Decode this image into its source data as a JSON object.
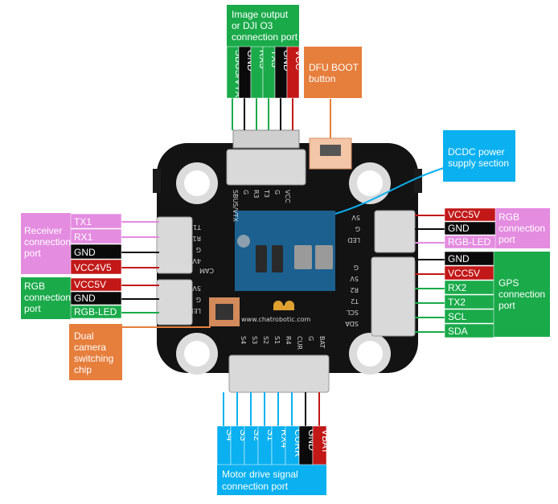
{
  "top_port": {
    "title_lines": [
      "Image output",
      "or DJI O3",
      "connection port"
    ],
    "pins": [
      "SBUS/VTX",
      "GND",
      "RX3",
      "TX3",
      "GND",
      "VCC"
    ]
  },
  "dfu": {
    "lines": [
      "DFU BOOT",
      "button"
    ]
  },
  "dcdc": {
    "lines": [
      "DCDC power",
      "supply section"
    ]
  },
  "receiver": {
    "title_lines": [
      "Receiver",
      "connection",
      "port"
    ],
    "pins": [
      "TX1",
      "RX1",
      "GND",
      "VCC4V5"
    ]
  },
  "rgb_left": {
    "title_lines": [
      "RGB",
      "connection",
      "port"
    ],
    "pins": [
      "VCC5V",
      "GND",
      "RGB-LED"
    ]
  },
  "dual_cam": {
    "lines": [
      "Dual",
      "camera",
      "switching",
      "chip"
    ]
  },
  "rgb_right": {
    "title_lines": [
      "RGB",
      "connection",
      "port"
    ],
    "pins": [
      "VCC5V",
      "GND",
      "RGB-LED"
    ]
  },
  "gps": {
    "title_lines": [
      "GPS",
      "connection",
      "port"
    ],
    "pins": [
      "GND",
      "VCC5V",
      "RX2",
      "TX2",
      "SCL",
      "SDA"
    ]
  },
  "motor": {
    "title_lines": [
      "Motor drive signal",
      "connection port"
    ],
    "pins": [
      "S4",
      "S3",
      "S2",
      "S1",
      "RX4",
      "CURR",
      "GND",
      "VBAT"
    ]
  },
  "silkscreen": {
    "website": "www.chatrobotic.com",
    "left_top": [
      "T1",
      "R1",
      "G",
      "4V5"
    ],
    "left_bottom": [
      "5V",
      "G",
      "LED"
    ],
    "cam": "CAM",
    "right_top": [
      "5V",
      "G",
      "LED"
    ],
    "right_gps": [
      "G",
      "5V",
      "R2",
      "T2",
      "SCL",
      "SDA"
    ],
    "bottom": [
      "S4",
      "S3",
      "S2",
      "S1",
      "R4",
      "CUR",
      "G",
      "BAT"
    ],
    "top": [
      "SBUS/VTX",
      "G",
      "R3",
      "T3",
      "G",
      "VCC"
    ]
  },
  "colors": {
    "green": "#1aaa4a",
    "orange": "#e67e3c",
    "blue": "#0ab0f0",
    "pink": "#e48ce0",
    "red": "#c21818",
    "black": "#0a0a0a",
    "board": "#131313"
  }
}
